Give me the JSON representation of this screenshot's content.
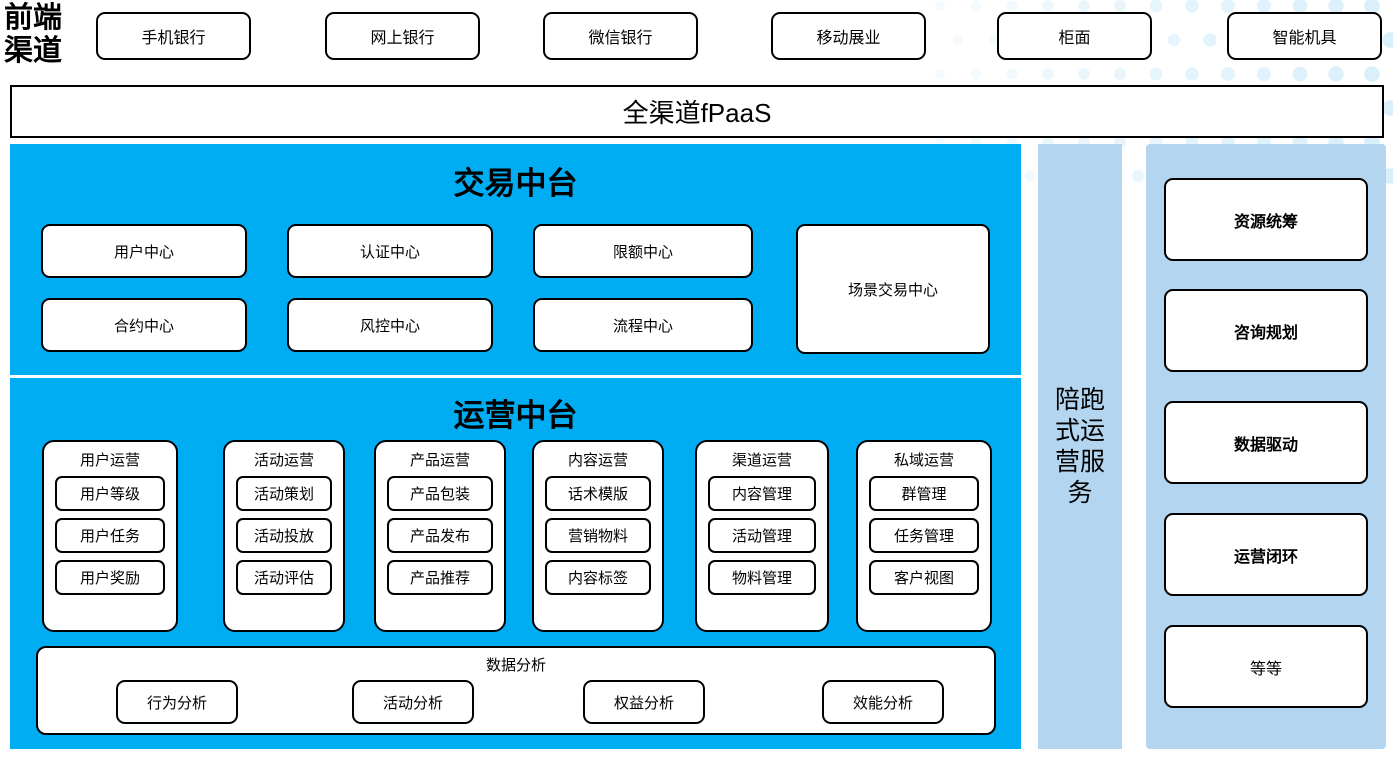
{
  "colors": {
    "platform_cyan": "#00adf2",
    "service_blue": "#b4d5ef",
    "dot_blue": "#d7eefa",
    "box_border": "#000000",
    "box_fill": "#ffffff"
  },
  "channels": {
    "label": "前端\n渠道",
    "items": [
      {
        "label": "手机银行"
      },
      {
        "label": "网上银行"
      },
      {
        "label": "微信银行"
      },
      {
        "label": "移动展业"
      },
      {
        "label": "柜面"
      },
      {
        "label": "智能机具"
      }
    ]
  },
  "fpaas": {
    "label": "全渠道fPaaS"
  },
  "trade_platform": {
    "title": "交易中台",
    "chips": [
      {
        "label": "用户中心"
      },
      {
        "label": "认证中心"
      },
      {
        "label": "限额中心"
      },
      {
        "label": "合约中心"
      },
      {
        "label": "风控中心"
      },
      {
        "label": "流程中心"
      }
    ],
    "scene": {
      "label": "场景交易中心"
    }
  },
  "ops_platform": {
    "title": "运营中台",
    "columns": [
      {
        "title": "用户运营",
        "items": [
          "用户等级",
          "用户任务",
          "用户奖励"
        ]
      },
      {
        "title": "活动运营",
        "items": [
          "活动策划",
          "活动投放",
          "活动评估"
        ]
      },
      {
        "title": "产品运营",
        "items": [
          "产品包装",
          "产品发布",
          "产品推荐"
        ]
      },
      {
        "title": "内容运营",
        "items": [
          "话术模版",
          "营销物料",
          "内容标签"
        ]
      },
      {
        "title": "渠道运营",
        "items": [
          "内容管理",
          "活动管理",
          "物料管理"
        ]
      },
      {
        "title": "私域运营",
        "items": [
          "群管理",
          "任务管理",
          "客户视图"
        ]
      }
    ],
    "data_analysis": {
      "title": "数据分析",
      "items": [
        "行为分析",
        "活动分析",
        "权益分析",
        "效能分析"
      ]
    }
  },
  "service_column": {
    "label": "陪跑式运营服务"
  },
  "value_column": {
    "items": [
      {
        "label": "资源统筹",
        "bold": true
      },
      {
        "label": "咨询规划",
        "bold": true
      },
      {
        "label": "数据驱动",
        "bold": true
      },
      {
        "label": "运营闭环",
        "bold": true
      },
      {
        "label": "等等",
        "bold": false
      }
    ]
  }
}
